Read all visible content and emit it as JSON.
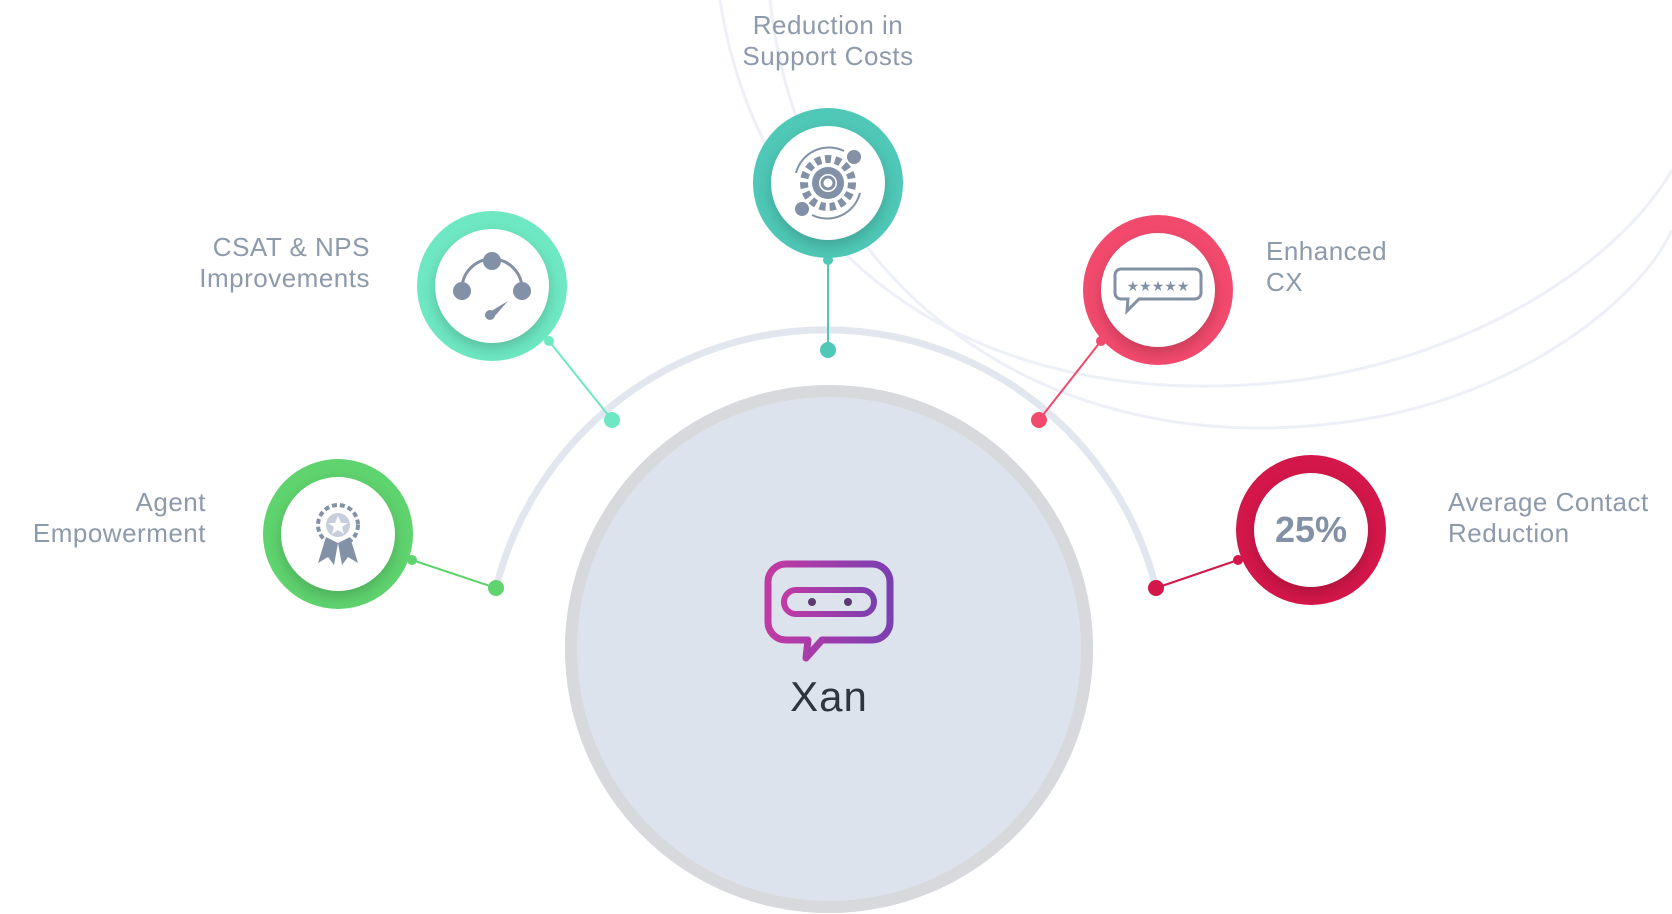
{
  "center": {
    "name": "Xan",
    "logo_icon": "chat-bubble-icon"
  },
  "benefits": [
    {
      "lines": [
        "Agent",
        "Empowerment"
      ],
      "icon": "award-ribbon-icon",
      "color": "#5fd36e"
    },
    {
      "lines": [
        "CSAT & NPS",
        "Improvements"
      ],
      "icon": "satisfaction-gauge-icon",
      "color": "#6ee8c2"
    },
    {
      "lines": [
        "Reduction in",
        "Support Costs"
      ],
      "icon": "cost-gear-icon",
      "color": "#4fc8b7"
    },
    {
      "lines": [
        "Enhanced",
        "CX"
      ],
      "icon": "rating-stars-icon",
      "color": "#f24a6d"
    },
    {
      "lines": [
        "Average Contact",
        "Reduction"
      ],
      "icon": "percent-stat",
      "stat": "25%",
      "color": "#d4174a"
    }
  ]
}
